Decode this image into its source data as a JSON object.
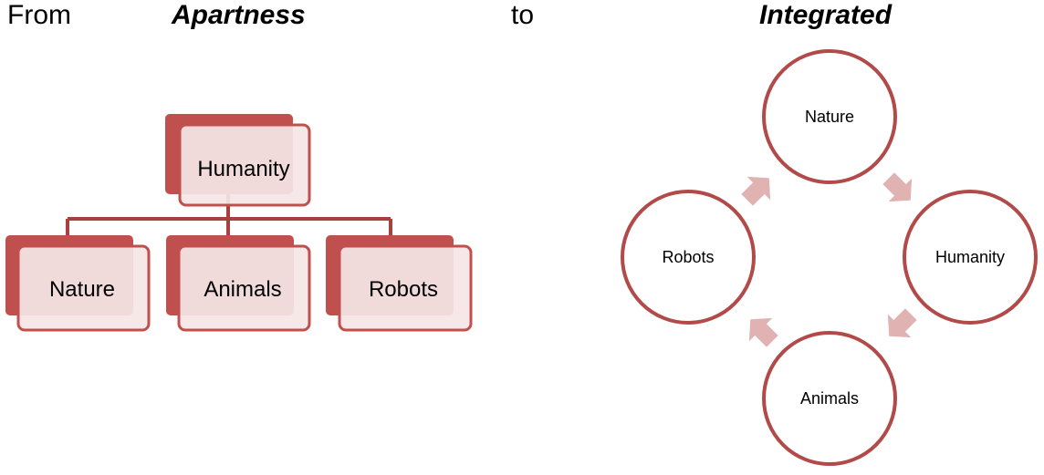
{
  "headings": {
    "from": "From",
    "apartness": "Apartness",
    "to": "to",
    "integrated": "Integrated"
  },
  "hierarchy": {
    "root": "Humanity",
    "children": [
      "Nature",
      "Animals",
      "Robots"
    ]
  },
  "cycle": {
    "nodes": [
      "Nature",
      "Humanity",
      "Animals",
      "Robots"
    ]
  },
  "colors": {
    "accent": "#c0504d",
    "box_fill": "#f5e6e6",
    "arrow": "#dba6a5",
    "circle_stroke": "#b14a48"
  }
}
